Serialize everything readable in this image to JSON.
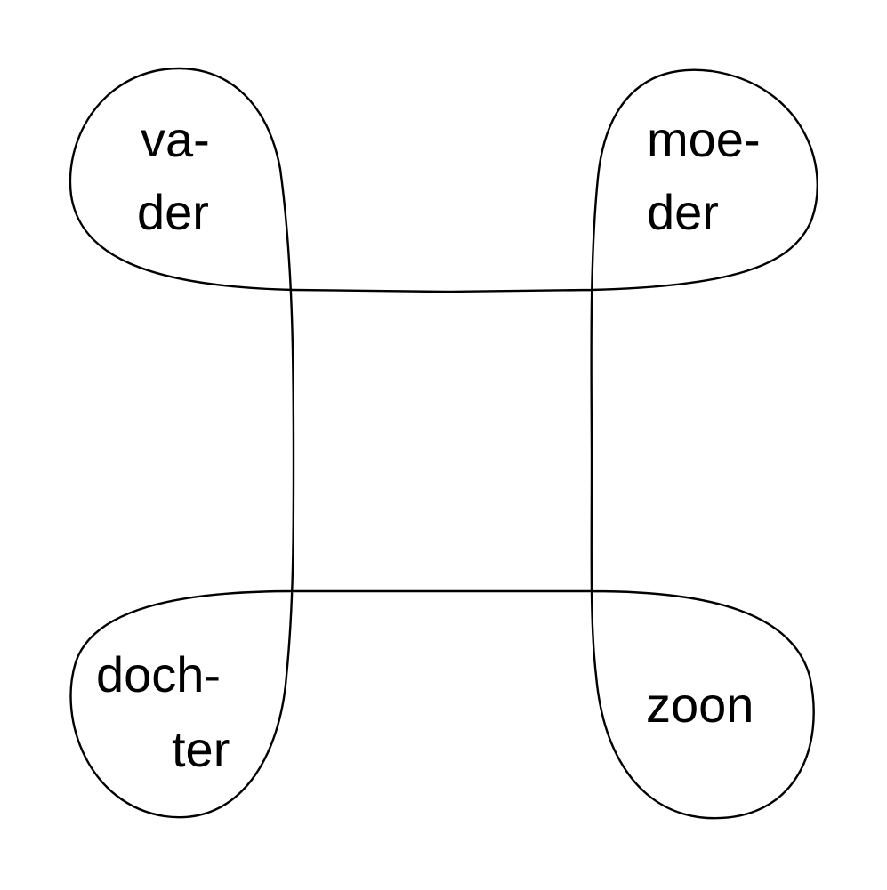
{
  "diagram": {
    "stroke_color": "#000000",
    "background_color": "#ffffff",
    "nodes": {
      "vader": {
        "line1": "va-",
        "line2": "der"
      },
      "moeder": {
        "line1": "moe-",
        "line2": "der"
      },
      "dochter": {
        "line1": "doch-",
        "line2": "ter"
      },
      "zoon": {
        "line1": "zoon"
      }
    }
  }
}
